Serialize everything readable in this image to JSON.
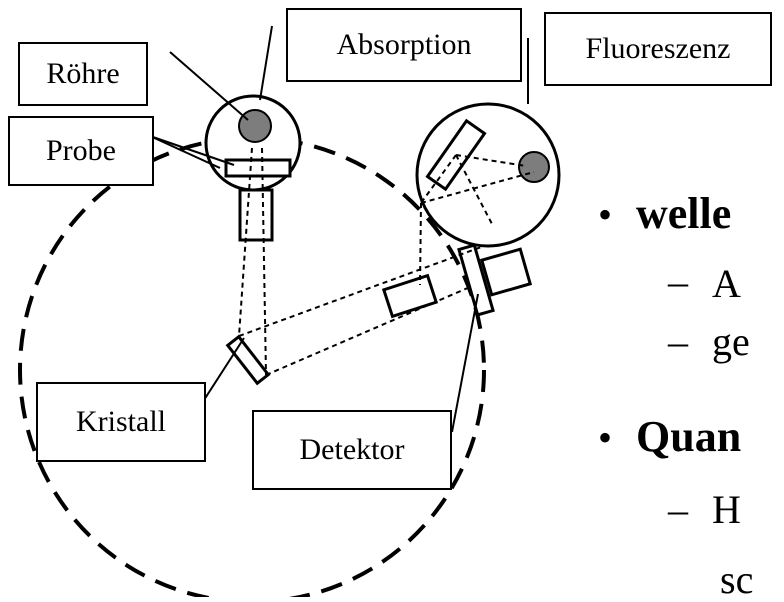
{
  "labels": {
    "roehre": "Röhre",
    "probe": "Probe",
    "absorption": "Absorption",
    "fluoreszenz": "Fluoreszenz",
    "kristall": "Kristall",
    "detektor": "Detektor"
  },
  "bullets": [
    {
      "marker": "•",
      "text": "welle"
    },
    {
      "marker": "–",
      "text": "A"
    },
    {
      "marker": "–",
      "text": "ge"
    },
    {
      "marker": "•",
      "text": "Quan"
    },
    {
      "marker": "–",
      "text": "H"
    },
    {
      "marker": "",
      "text": "sc"
    }
  ]
}
